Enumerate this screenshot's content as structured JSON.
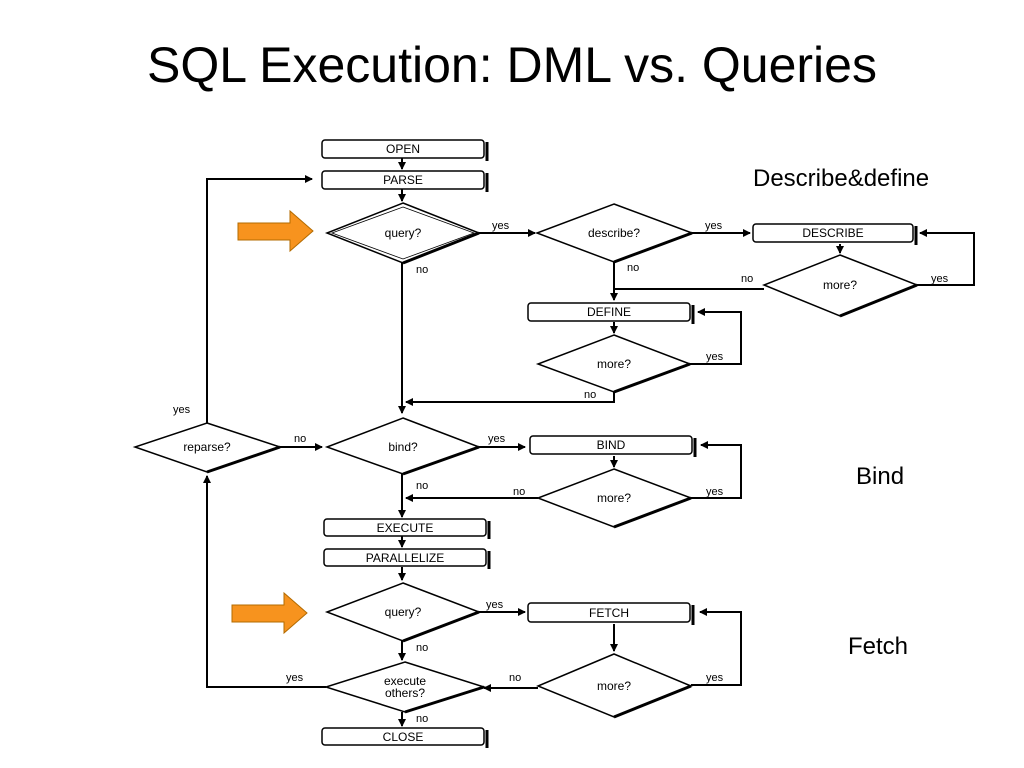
{
  "title": "SQL Execution: DML vs. Queries",
  "section_labels": {
    "describe_define": "Describe&define",
    "bind": "Bind",
    "fetch": "Fetch"
  },
  "nodes": {
    "open": "OPEN",
    "parse": "PARSE",
    "query1": "query?",
    "describe_q": "describe?",
    "describe": "DESCRIBE",
    "more1": "more?",
    "define": "DEFINE",
    "more2": "more?",
    "reparse": "reparse?",
    "bind_q": "bind?",
    "bind": "BIND",
    "more3": "more?",
    "execute": "EXECUTE",
    "parallelize": "PARALLELIZE",
    "query2": "query?",
    "fetch": "FETCH",
    "more4": "more?",
    "execute_others_1": "execute",
    "execute_others_2": "others?",
    "close": "CLOSE"
  },
  "edge_labels": {
    "yes": "yes",
    "no": "no"
  },
  "colors": {
    "arrow_fill": "#f7931e",
    "arrow_stroke": "#b36b00"
  }
}
